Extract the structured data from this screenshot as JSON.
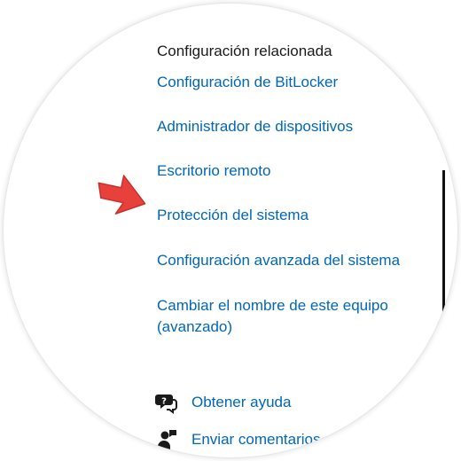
{
  "related": {
    "title": "Configuración relacionada",
    "links": [
      "Configuración de BitLocker",
      "Administrador de dispositivos",
      "Escritorio remoto",
      "Protección del sistema",
      "Configuración avanzada del sistema",
      "Cambiar el nombre de este equipo (avanzado)"
    ]
  },
  "help": {
    "get_help": "Obtener ayuda",
    "send_feedback": "Enviar comentarios"
  },
  "icons": {
    "pointer": "red-arrow-icon",
    "help": "help-chat-icon",
    "feedback": "feedback-person-icon"
  },
  "colors": {
    "link": "#0067b8",
    "text": "#1a1a1a",
    "arrow": "#e8413c"
  }
}
